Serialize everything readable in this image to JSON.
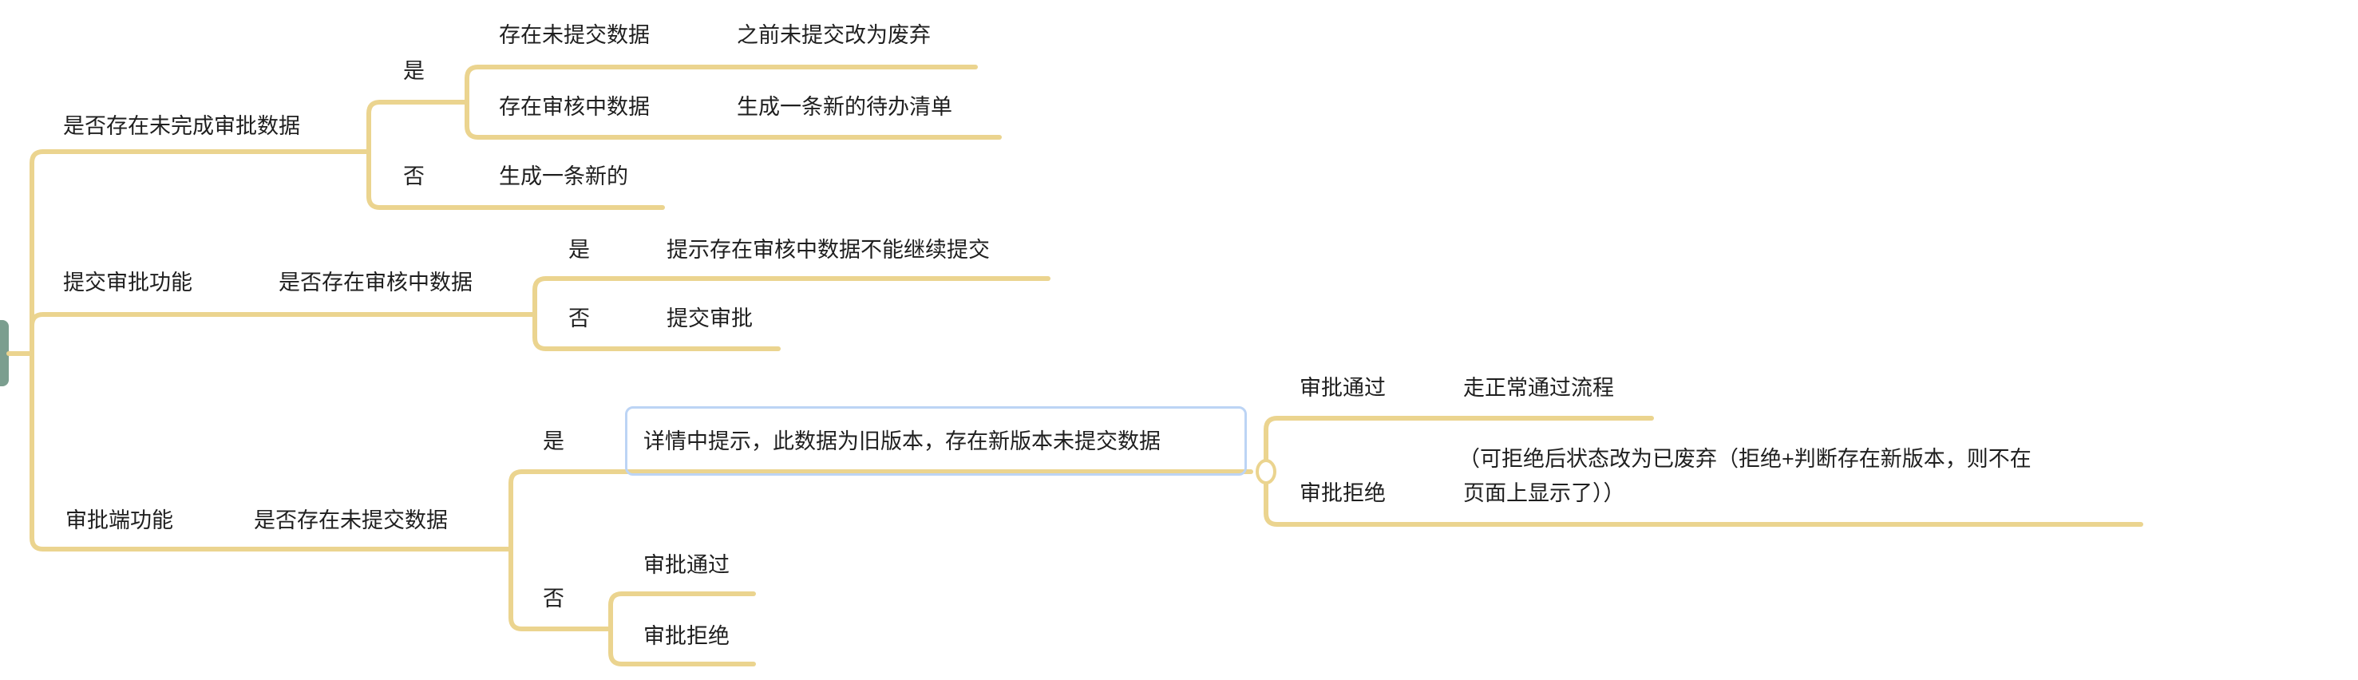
{
  "colors": {
    "branch_line": "#ebd48f",
    "selected_border": "#bcd4f5",
    "root": "#7b9e8f"
  },
  "branches": [
    {
      "label": "是否存在未完成审批数据",
      "yes": {
        "label": "是",
        "items": [
          {
            "condition": "存在未提交数据",
            "result": "之前未提交改为废弃"
          },
          {
            "condition": "存在审核中数据",
            "result": "生成一条新的待办清单"
          }
        ]
      },
      "no": {
        "label": "否",
        "result": "生成一条新的"
      }
    },
    {
      "label": "提交审批功能",
      "question": "是否存在审核中数据",
      "yes": {
        "label": "是",
        "result": "提示存在审核中数据不能继续提交"
      },
      "no": {
        "label": "否",
        "result": "提交审批"
      }
    },
    {
      "label": "审批端功能",
      "question": "是否存在未提交数据",
      "yes": {
        "label": "是",
        "result": "详情中提示，此数据为旧版本，存在新版本未提交数据",
        "children": [
          {
            "label": "审批通过",
            "result": "走正常通过流程"
          },
          {
            "label": "审批拒绝",
            "result_lines": [
              "（可拒绝后状态改为已废弃（拒绝+判断存在新版本，则不在",
              "页面上显示了））"
            ]
          }
        ]
      },
      "no": {
        "label": "否",
        "children": [
          "审批通过",
          "审批拒绝"
        ]
      }
    }
  ]
}
